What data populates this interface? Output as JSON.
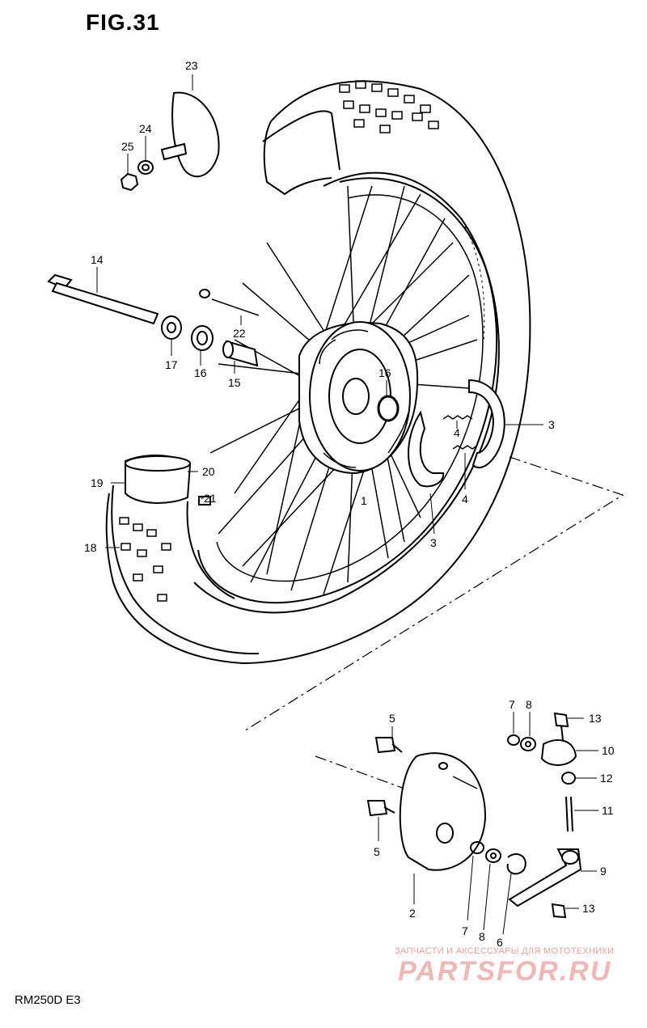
{
  "title": "FIG.31",
  "model": "RM250D  E3",
  "watermark": {
    "line1": "ЗАПЧАСТИ И АКСЕССУАРЫ ДЛЯ МОТОТЕХНИКИ",
    "logo": "PARTSFOR.RU",
    "color": "#f1b7b7"
  },
  "callouts": {
    "c23": "23",
    "c24": "24",
    "c25": "25",
    "c14": "14",
    "c22": "22",
    "c17": "17",
    "c16a": "16",
    "c15": "15",
    "c16b": "16",
    "c3a": "3",
    "c4a": "4",
    "c4b": "4",
    "c3b": "3",
    "c1": "1",
    "c19": "19",
    "c20": "20",
    "c21": "21",
    "c18": "18",
    "c5a": "5",
    "c5b": "5",
    "c2": "2",
    "c7a": "7",
    "c8a": "8",
    "c13a": "13",
    "c10": "10",
    "c12": "12",
    "c11": "11",
    "c9": "9",
    "c13b": "13",
    "c7b": "7",
    "c8b": "8",
    "c6": "6"
  }
}
